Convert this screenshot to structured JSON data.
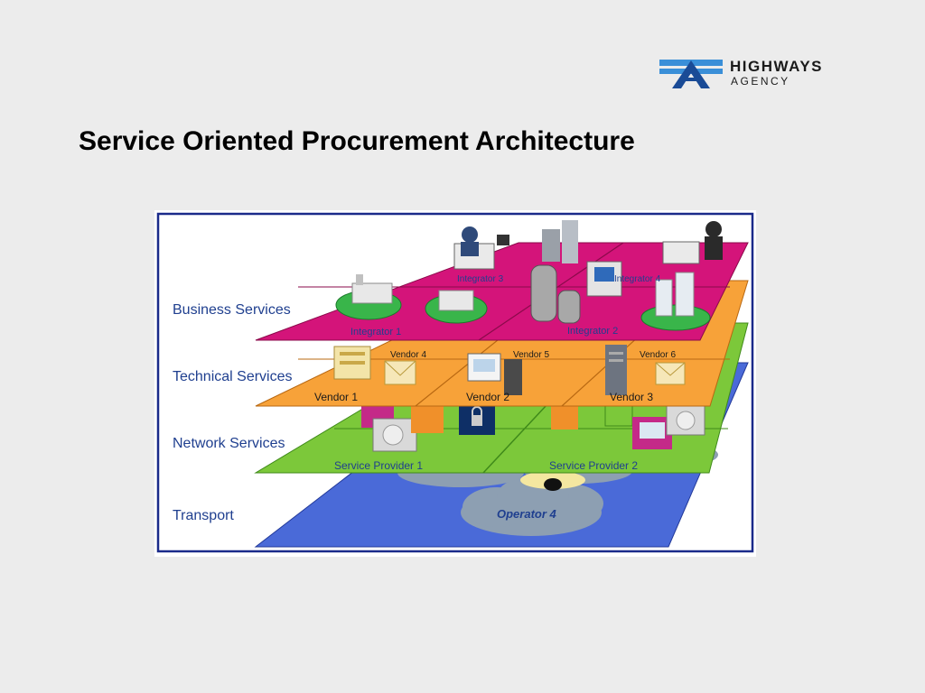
{
  "logo": {
    "word1": "HIGHWAYS",
    "word2": "AGENCY"
  },
  "title": "Service Oriented Procurement Architecture",
  "layers": {
    "business": "Business Services",
    "technical": "Technical Services",
    "network": "Network Services",
    "transport": "Transport"
  },
  "business_nodes": {
    "integrator1": "Integrator 1",
    "integrator2": "Integrator 2",
    "integrator3": "Integrator 3",
    "integrator4": "Integrator 4"
  },
  "technical_nodes": {
    "vendor1": "Vendor 1",
    "vendor2": "Vendor 2",
    "vendor3": "Vendor 3",
    "vendor4": "Vendor 4",
    "vendor5": "Vendor 5",
    "vendor6": "Vendor 6"
  },
  "network_nodes": {
    "sp1": "Service Provider 1",
    "sp2": "Service Provider 2"
  },
  "transport_nodes": {
    "operator4": "Operator 4"
  },
  "colors": {
    "business": "#d4147a",
    "technical": "#f7a239",
    "network": "#7cc83a",
    "transport": "#4a6ad8",
    "frame": "#1a2a8a",
    "label": "#1f3f8f",
    "cloud": "#8d9fb2"
  }
}
